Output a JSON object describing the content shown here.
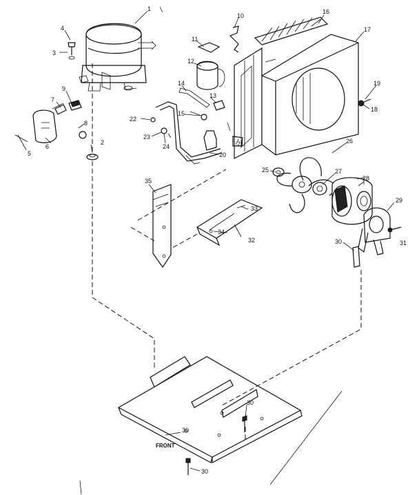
{
  "diagram": {
    "callouts": [
      "1",
      "2",
      "3",
      "4",
      "5",
      "6",
      "7",
      "8",
      "9",
      "10",
      "11",
      "12",
      "13",
      "14",
      "15",
      "16",
      "17",
      "18",
      "19",
      "20",
      "21",
      "22",
      "23",
      "24",
      "25",
      "26",
      "27",
      "28",
      "29",
      "30",
      "31",
      "32",
      "33",
      "34",
      "35",
      "30",
      "30",
      "30"
    ],
    "base_label": "FRONT"
  }
}
